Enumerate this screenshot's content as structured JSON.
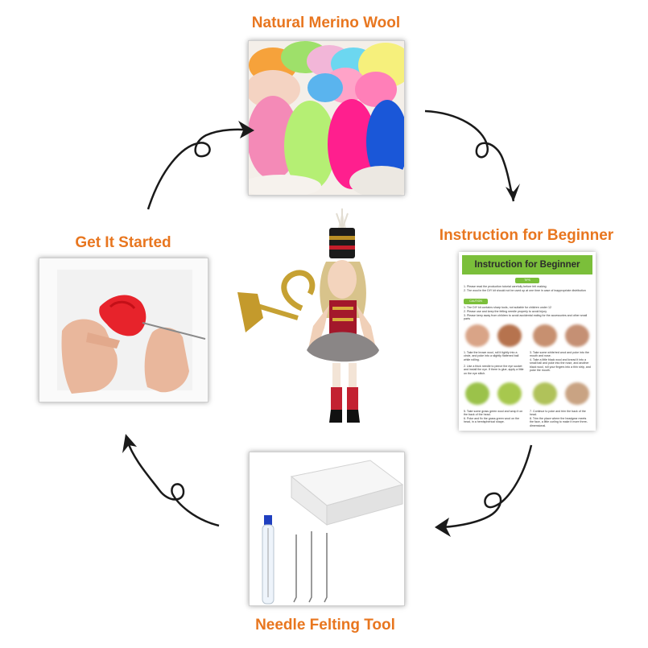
{
  "labels": {
    "wool": "Natural Merino Wool",
    "instruction": "Instruction for Beginner",
    "started": "Get It Started",
    "tool": "Needle Felting Tool"
  },
  "instruction_card": {
    "title": "Instruction for Beginner",
    "pill_tips": "TIPS",
    "tips_lines": [
      "1. Please read the production tutorial carefully before felt making",
      "2. The wool in the DIY kit should not be used up at one time in case of inappropriate distribution"
    ],
    "pill_caution": "CAUTION",
    "caution_lines": [
      "1. The DIY kit contains sharp tools, not suitable for children under 12",
      "2. Please use and keep the felting needle properly to avoid injury",
      "3. Please keep away from children to avoid accidental eating for the accessories and other small parts"
    ],
    "step_left_1": "1. Take the brown wool, roll it tightly into a circle, and poke into a slightly flattened ball while rolling.",
    "step_left_2": "2. Use a thick needle to pierce the eye socket and install the eye. If there is glue, apply a little on the eye stitch.",
    "step_right_1": "3. Take some white/red wool and poke into the mouth and nose.",
    "step_right_2": "4. Take a little black wool and knead it into a small ball and poke into the nose, and another black wool, roll your fingers into a thin strip, and poke the mouth.",
    "step_left_3": "5. Take some grass green wool and wrap it on the back of the head.",
    "step_left_4": "6. Poke and fix the grass green wool on the head, in a hemispherical shape.",
    "step_right_3": "7. Continue to poke and trim the back of the head.",
    "step_right_4": "8. Trim the place where the headgear meets the face, a little curling to make it more three-dimensional."
  },
  "colors": {
    "label": "#e8761f",
    "card_header": "#7bbf3a",
    "arrow": "#1a1a1a"
  }
}
